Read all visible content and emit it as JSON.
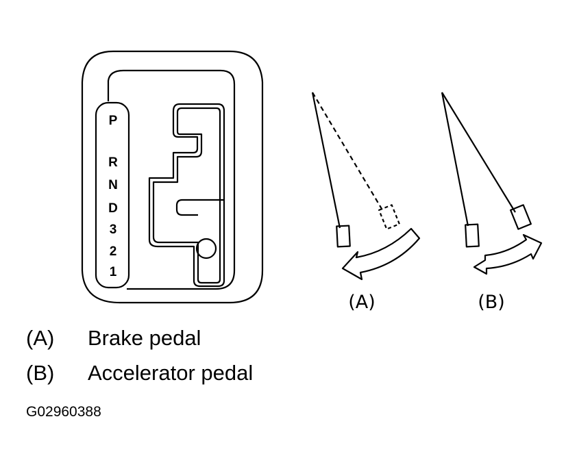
{
  "shifter": {
    "gears": [
      "P",
      "R",
      "N",
      "D",
      "3",
      "2",
      "1"
    ]
  },
  "pedals": {
    "brake_callout": "(A)",
    "accelerator_callout": "(B)"
  },
  "legend": [
    {
      "key": "(A)",
      "label": "Brake pedal"
    },
    {
      "key": "(B)",
      "label": "Accelerator pedal"
    }
  ],
  "figure_code": "G02960388"
}
